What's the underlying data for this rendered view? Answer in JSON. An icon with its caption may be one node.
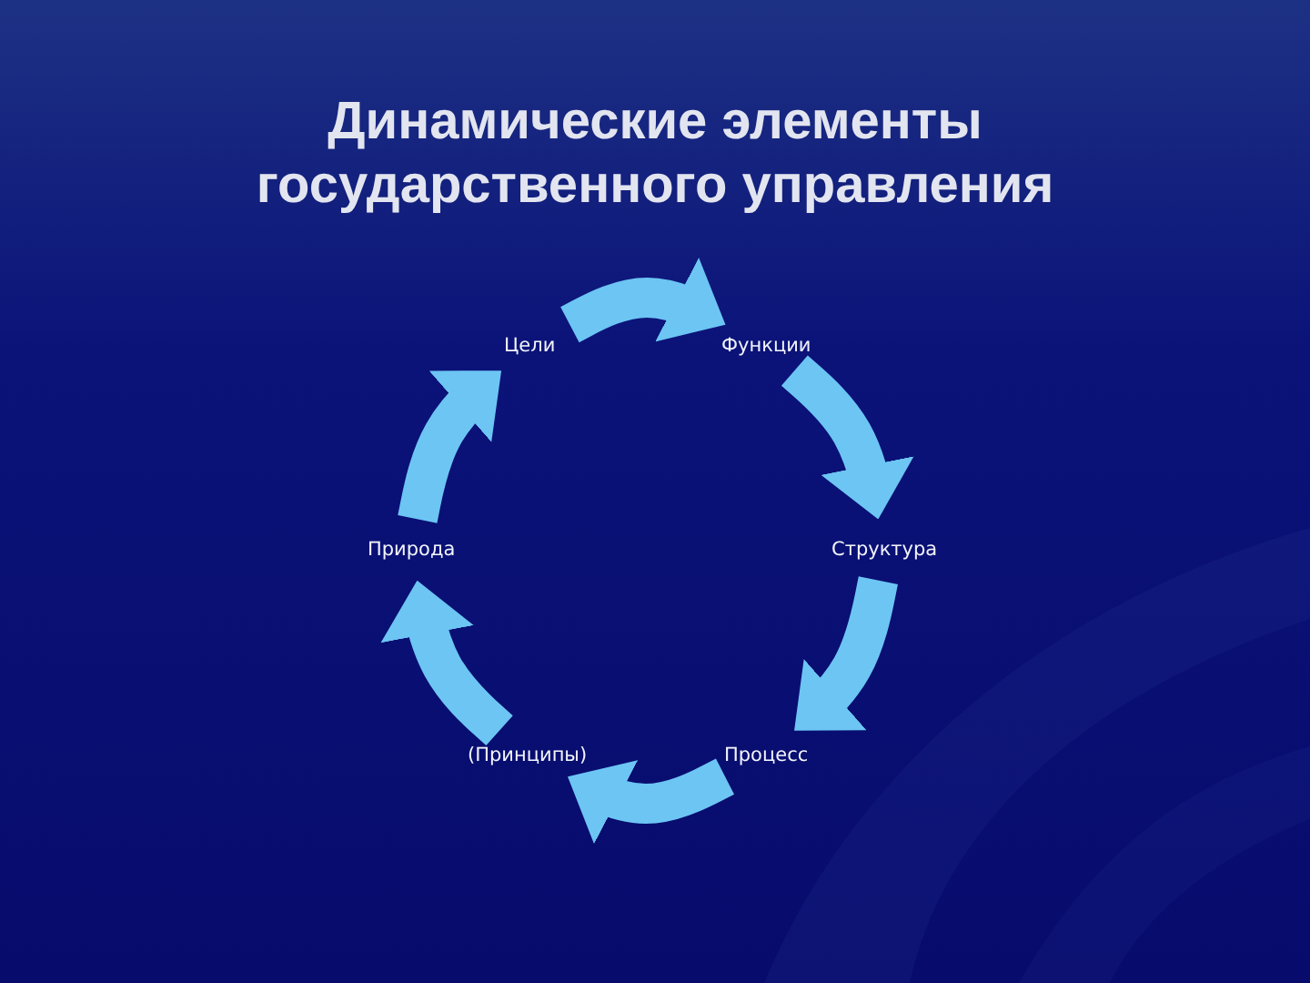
{
  "diagram": {
    "title": "Динамические элементы государственного управления",
    "nodes": [
      {
        "text": [
          "Цели"
        ]
      },
      {
        "text": [
          "Функции"
        ]
      },
      {
        "text": [
          "Структура"
        ]
      },
      {
        "text": [
          "Процесс"
        ]
      },
      {
        "text": [
          "(Принципы)"
        ]
      },
      {
        "text": [
          "Природа"
        ]
      }
    ],
    "edges": [
      {
        "from": 0,
        "to": 1,
        "arrow": "to"
      },
      {
        "from": 1,
        "to": 2,
        "arrow": "to"
      },
      {
        "from": 2,
        "to": 3,
        "arrow": "to"
      },
      {
        "from": 3,
        "to": 4,
        "arrow": "to"
      },
      {
        "from": 4,
        "to": 5,
        "arrow": "to"
      },
      {
        "from": 5,
        "to": 0,
        "arrow": "to"
      }
    ]
  }
}
